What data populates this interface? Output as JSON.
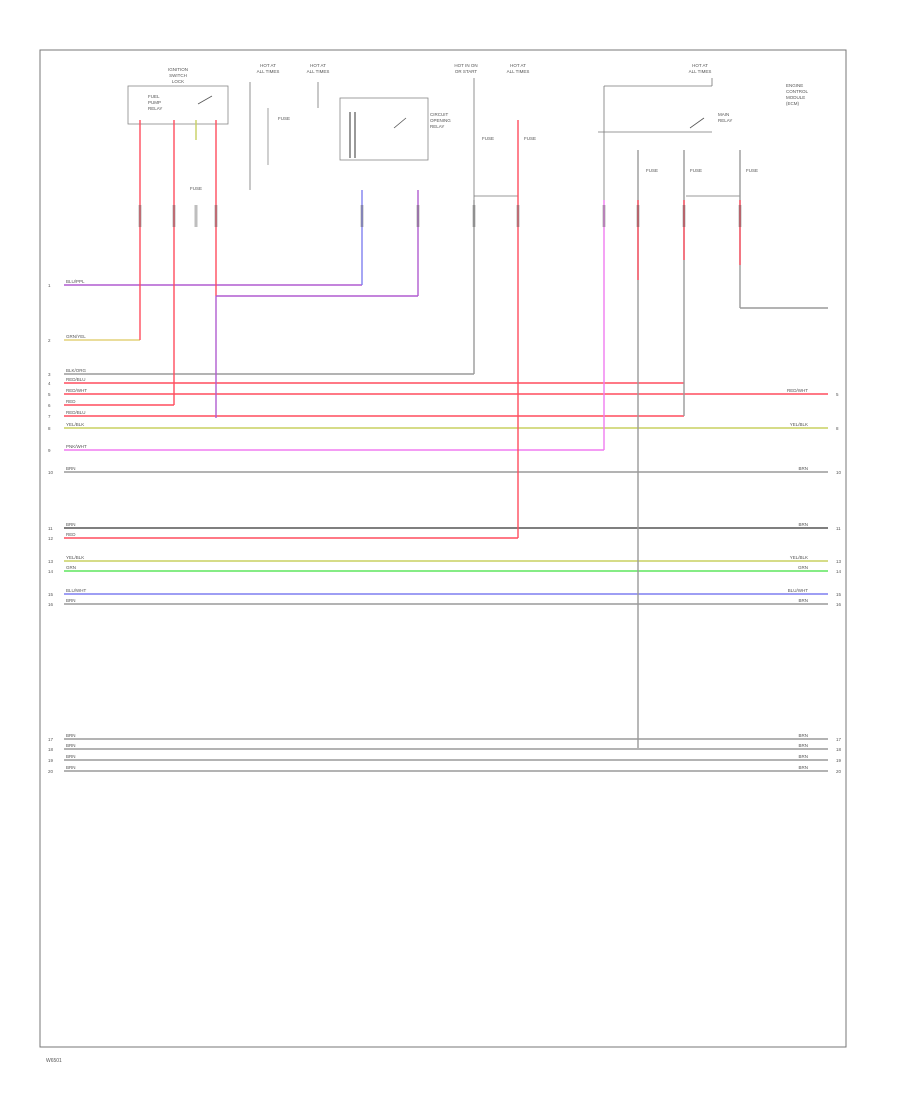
{
  "colors": {
    "red": "#ff4d5e",
    "purple": "#b05cd0",
    "yellow": "#e3d27a",
    "olive": "#c8d060",
    "green": "#5ee65e",
    "blue": "#7f7ff0",
    "pink": "#f07cf0",
    "gray": "#9a9a9a",
    "dark": "#555555"
  },
  "wires": [
    {
      "row": 1,
      "number": "1",
      "left_label": "BLU/PPL",
      "right_label": "",
      "color": "purple"
    },
    {
      "row": 2,
      "number": "2",
      "left_label": "GRN/YEL",
      "right_label": "",
      "color": "yellow"
    },
    {
      "row": 3,
      "number": "3",
      "left_label": "BLK/ORG",
      "right_label": "",
      "color": "gray"
    },
    {
      "row": 4,
      "number": "4",
      "left_label": "RED/BLU",
      "right_label": "",
      "color": "red"
    },
    {
      "row": 5,
      "number": "5",
      "left_label": "RED/WHT",
      "right_label": "RED/WHT",
      "color": "red"
    },
    {
      "row": 6,
      "number": "6",
      "left_label": "RED",
      "right_label": "",
      "color": "red"
    },
    {
      "row": 7,
      "number": "7",
      "left_label": "RED/BLU",
      "right_label": "",
      "color": "red"
    },
    {
      "row": 8,
      "number": "8",
      "left_label": "YEL/BLK",
      "right_label": "YEL/BLK",
      "color": "olive"
    },
    {
      "row": 9,
      "number": "9",
      "left_label": "PNK/WHT",
      "right_label": "",
      "color": "pink"
    },
    {
      "row": 10,
      "number": "10",
      "left_label": "BRN",
      "right_label": "BRN",
      "color": "gray"
    },
    {
      "row": 11,
      "number": "11",
      "left_label": "BRN",
      "right_label": "BRN",
      "color": "dark"
    },
    {
      "row": 12,
      "number": "12",
      "left_label": "RED",
      "right_label": "",
      "color": "red"
    },
    {
      "row": 13,
      "number": "13",
      "left_label": "YEL/BLK",
      "right_label": "YEL/BLK",
      "color": "olive"
    },
    {
      "row": 14,
      "number": "14",
      "left_label": "GRN",
      "right_label": "GRN",
      "color": "green"
    },
    {
      "row": 15,
      "number": "15",
      "left_label": "BLU/WHT",
      "right_label": "BLU/WHT",
      "color": "blue"
    },
    {
      "row": 16,
      "number": "16",
      "left_label": "BRN",
      "right_label": "BRN",
      "color": "gray"
    },
    {
      "row": 17,
      "number": "17",
      "left_label": "BRN",
      "right_label": "BRN",
      "color": "gray"
    },
    {
      "row": 18,
      "number": "18",
      "left_label": "BRN",
      "right_label": "BRN",
      "color": "gray"
    },
    {
      "row": 19,
      "number": "19",
      "left_label": "BRN",
      "right_label": "BRN",
      "color": "gray"
    },
    {
      "row": 20,
      "number": "20",
      "left_label": "BRN",
      "right_label": "BRN",
      "color": "gray"
    }
  ],
  "components": {
    "c1": {
      "title_1": "IGNITION",
      "title_2": "SWITCH",
      "title_3": "LOCK",
      "sub_1": "FUEL",
      "sub_2": "PUMP",
      "sub_3": "RELAY"
    },
    "c2": {
      "title_1": "HOT AT",
      "title_2": "ALL TIMES",
      "title_3": "HOT AT",
      "title_4": "ALL TIMES"
    },
    "c3": {
      "title_1": "HOT IN ON",
      "title_2": "OR START",
      "title_3": "HOT AT",
      "title_4": "ALL TIMES",
      "relay_1": "CIRCUIT",
      "relay_2": "OPENING",
      "relay_3": "RELAY"
    },
    "c4": {
      "title_1": "HOT AT",
      "title_2": "ALL TIMES",
      "relay_1": "MAIN",
      "relay_2": "RELAY"
    },
    "c5": {
      "line_1": "ENGINE",
      "line_2": "CONTROL",
      "line_3": "MODULE",
      "line_4": "(ECM)"
    },
    "fuses": {
      "f1": "FUSE",
      "f2": "FUSE",
      "f3": "FUSE",
      "f4": "FUSE",
      "f5": "FUSE",
      "f6": "FUSE",
      "f7": "FUSE"
    }
  },
  "footer": {
    "code": "W6501"
  }
}
